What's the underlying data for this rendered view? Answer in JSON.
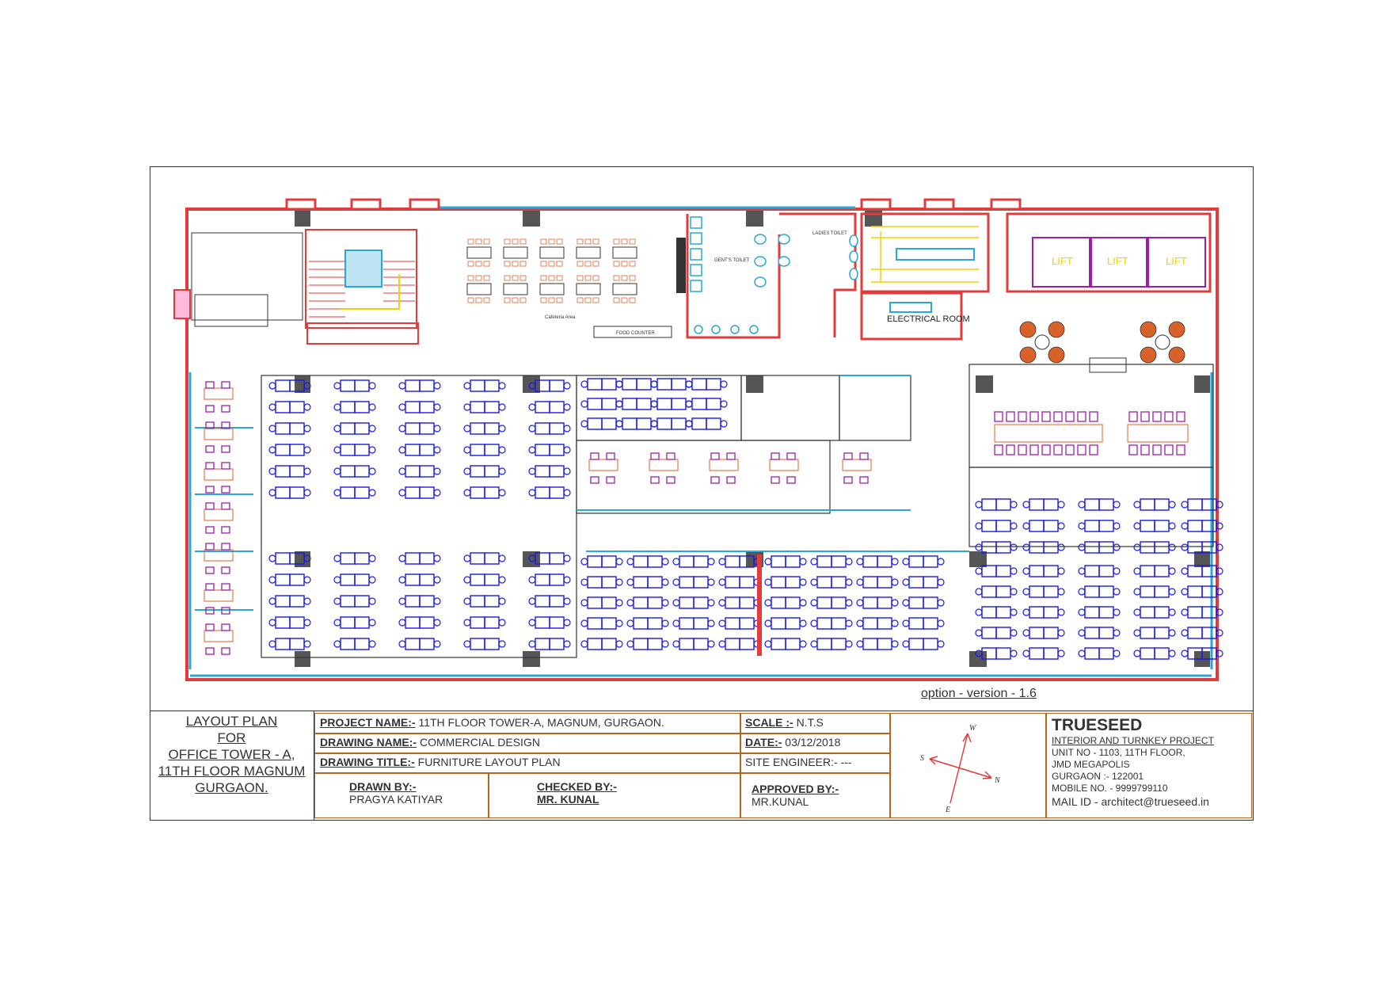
{
  "plan": {
    "rooms": {
      "gents_toilet": "GENT'S TOILET",
      "ladies_toilet": "LADIES TOILET",
      "electrical_room": "ELECTRICAL ROOM",
      "lift_1": "LIFT",
      "lift_2": "LIFT",
      "lift_3": "LIFT",
      "cafeteria": "Cafeteria Area",
      "food_counter": "FOOD COUNTER"
    },
    "colors": {
      "wall": "#e23b3b",
      "glass": "#2aa7d8",
      "workstation": "#1a1ae6",
      "cabin_furniture": "#9b1fa8",
      "lobby_chair": "#d9622a",
      "core": "#f2d200"
    }
  },
  "version_label": "option - version - 1.6",
  "left_title": [
    "LAYOUT PLAN",
    "FOR",
    "OFFICE TOWER - A,",
    "11TH FLOOR MAGNUM",
    "GURGAON."
  ],
  "title_block": {
    "project_label": "PROJECT NAME:-",
    "project_value": "11TH FLOOR TOWER-A, MAGNUM, GURGAON.",
    "drawing_name_label": "DRAWING NAME:-",
    "drawing_name_value": "COMMERCIAL DESIGN",
    "drawing_title_label": "DRAWING TITLE:-",
    "drawing_title_value": "FURNITURE LAYOUT PLAN",
    "scale_label": "SCALE :-",
    "scale_value": "N.T.S",
    "date_label": "DATE:-",
    "date_value": "03/12/2018",
    "site_engineer_label": "SITE ENGINEER:-",
    "site_engineer_value": "---",
    "drawn_by_label": "DRAWN BY:-",
    "drawn_by_value": "PRAGYA KATIYAR",
    "checked_by_label": "CHECKED BY:-",
    "checked_by_value": "MR. KUNAL",
    "approved_by_label": "APPROVED BY:-",
    "approved_by_value": "MR.KUNAL"
  },
  "compass": {
    "w": "W",
    "s": "S",
    "n": "N",
    "e": "E"
  },
  "company": {
    "name": "TRUESEED",
    "line1": "INTERIOR AND TURNKEY PROJECT",
    "line2": "UNIT NO - 1103, 11TH FLOOR,",
    "line3": "JMD MEGAPOLIS",
    "line4": "GURGAON :-  122001",
    "line5": "MOBILE NO. - 9999799110",
    "mail_label": "MAIL ID - ",
    "mail_value": "architect@trueseed.in"
  }
}
